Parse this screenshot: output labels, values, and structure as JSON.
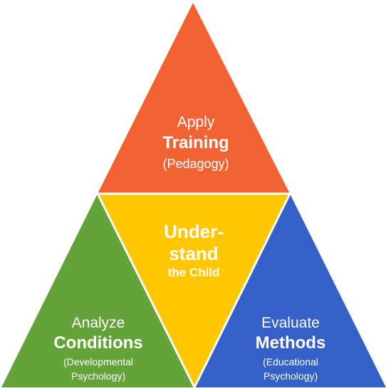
{
  "colors": {
    "top": "#F26334",
    "left": "#64A23A",
    "right": "#3560C7",
    "center": "#FFC700"
  },
  "top": {
    "verb": "Apply",
    "noun": "Training",
    "sub": "(Pedagogy)"
  },
  "center": {
    "line1": "Under-",
    "line2": "stand",
    "line3": "the Child"
  },
  "left": {
    "verb": "Analyze",
    "noun": "Conditions",
    "sub1": "(Developmental",
    "sub2": "Psychology)"
  },
  "right": {
    "verb": "Evaluate",
    "noun": "Methods",
    "sub1": "(Educational",
    "sub2": "Psychology)"
  }
}
